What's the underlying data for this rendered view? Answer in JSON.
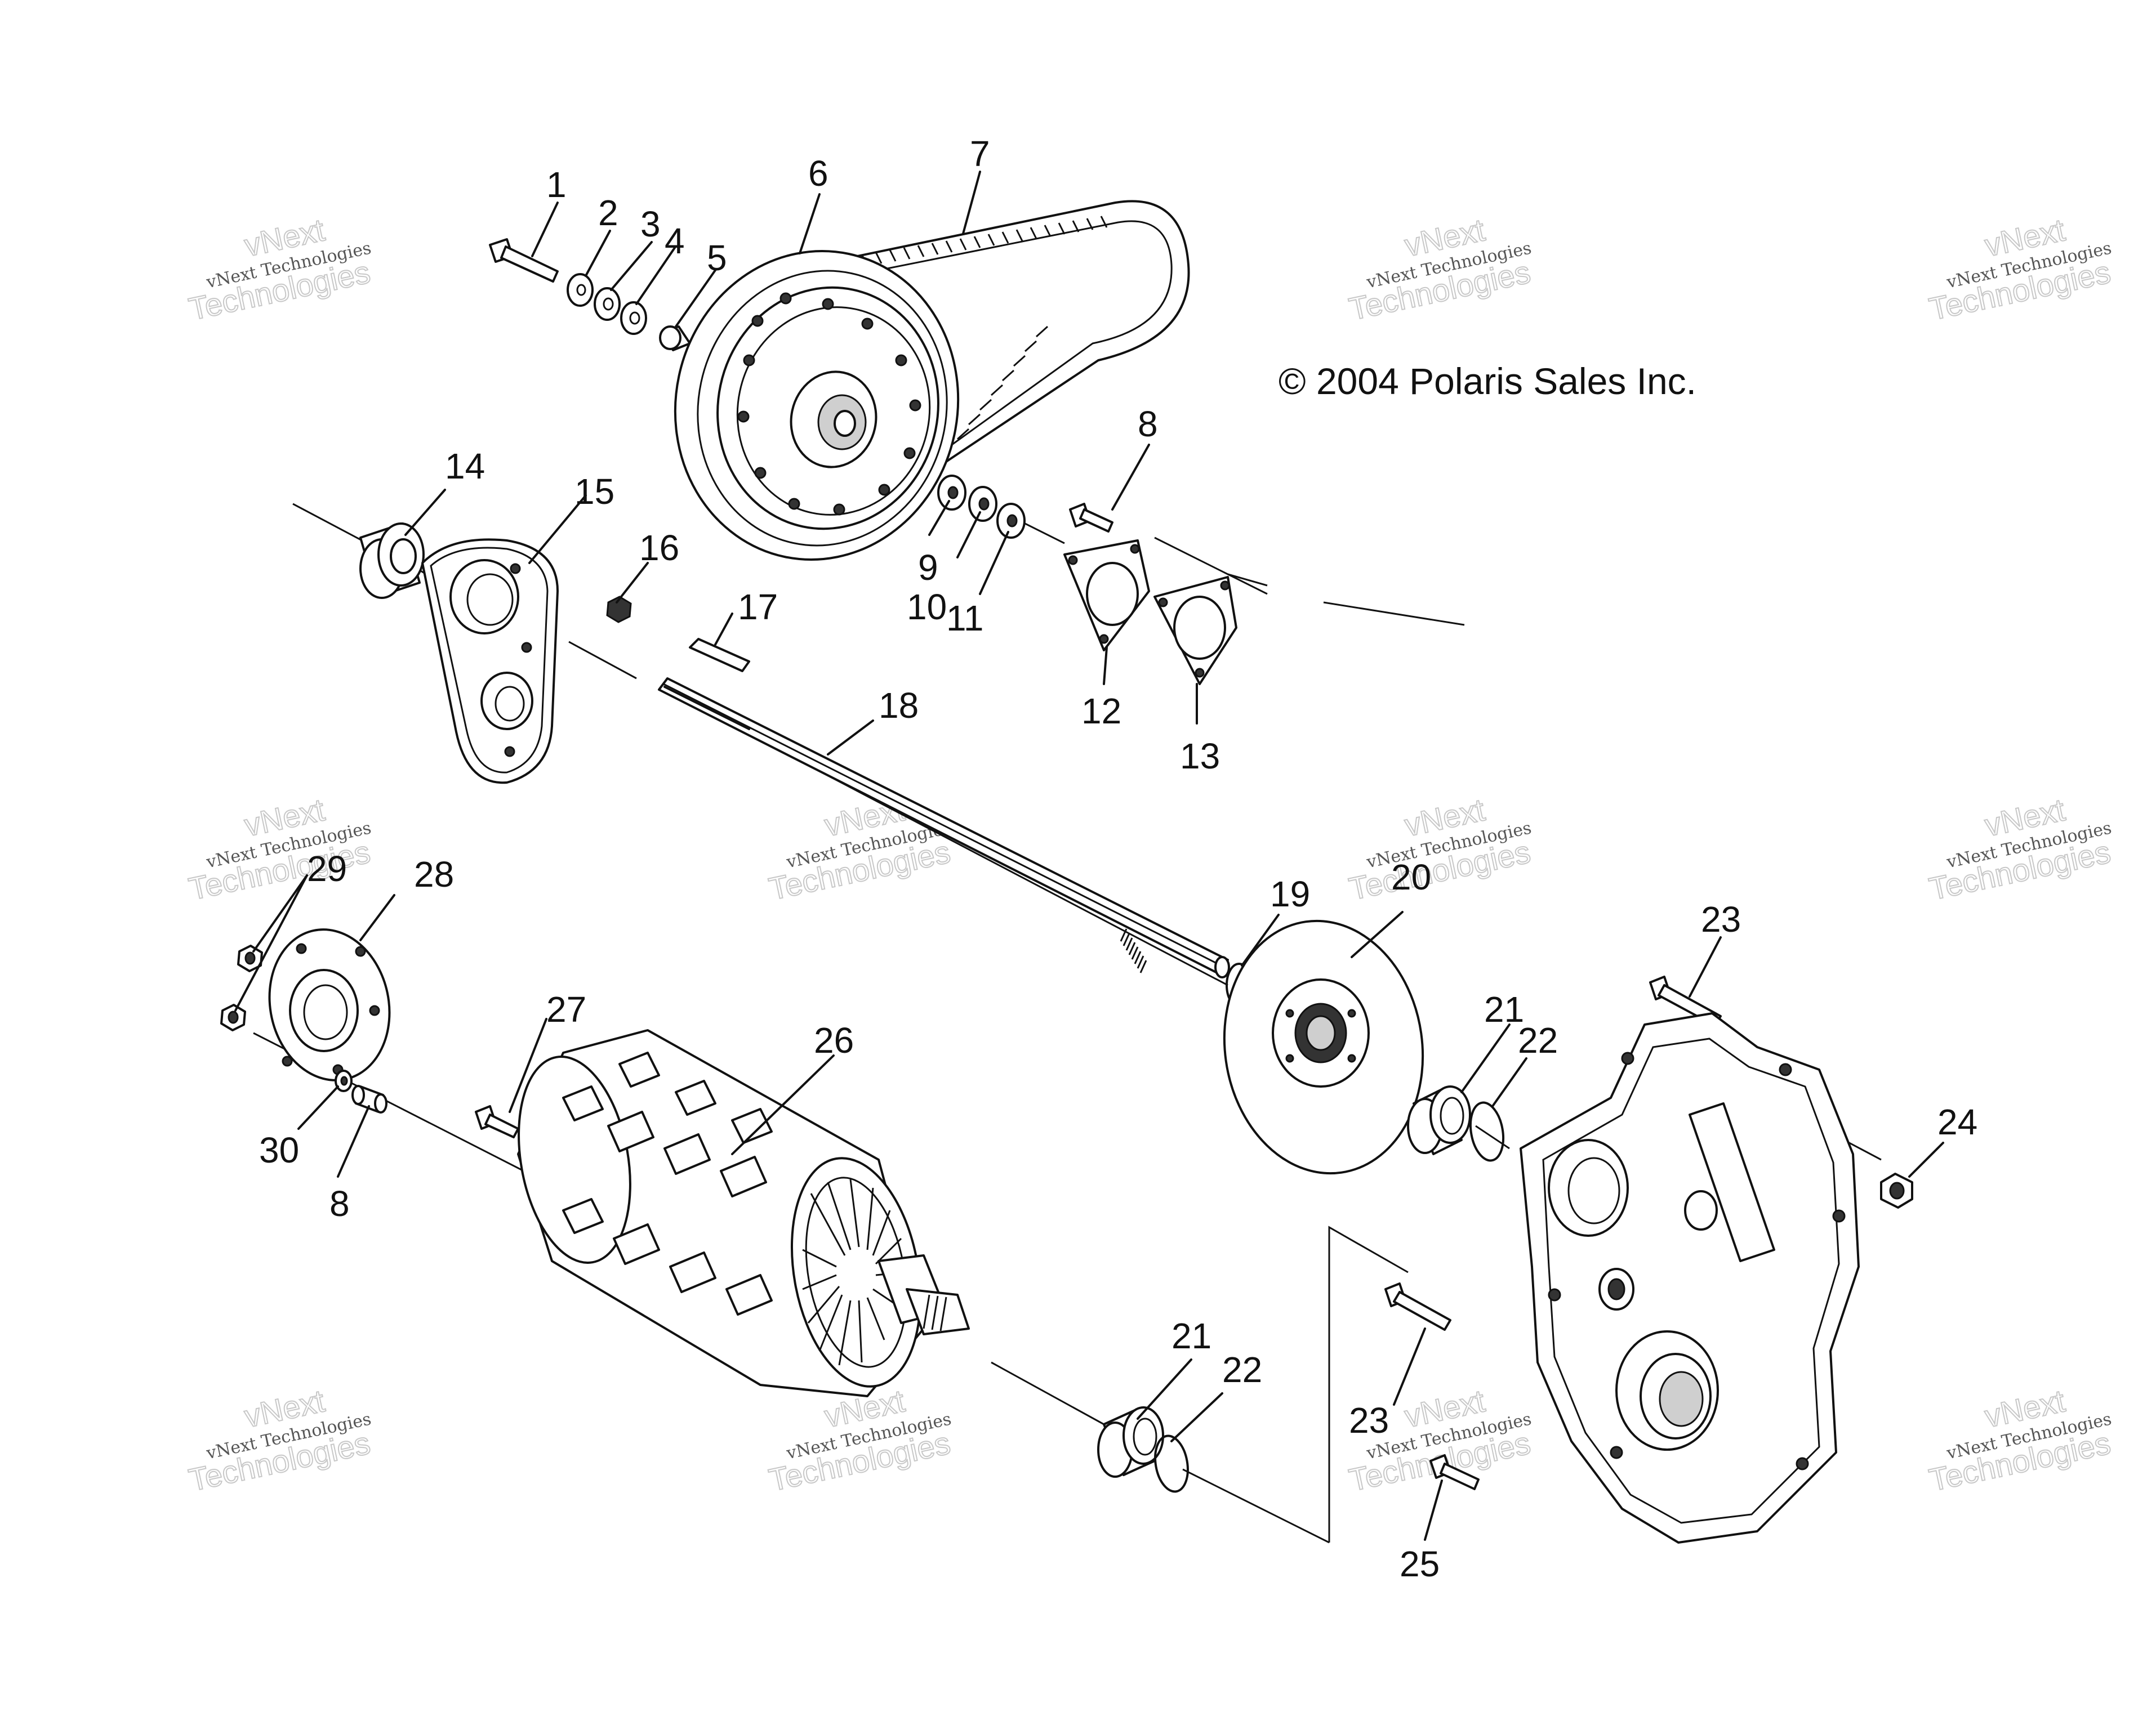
{
  "copyright": "© 2004 Polaris Sales Inc.",
  "watermark": {
    "line1": "vNext",
    "line2": "vNext Technologies",
    "line3": "Technologies"
  },
  "callouts": [
    "1",
    "2",
    "3",
    "4",
    "5",
    "6",
    "7",
    "8",
    "9",
    "10",
    "11",
    "12",
    "13",
    "14",
    "15",
    "16",
    "17",
    "18",
    "19",
    "20",
    "21",
    "22",
    "23",
    "24",
    "25",
    "26",
    "27",
    "28",
    "29",
    "30"
  ],
  "callout_repeats": {
    "8b": "8",
    "21b": "21",
    "22b": "22",
    "23b": "23"
  }
}
